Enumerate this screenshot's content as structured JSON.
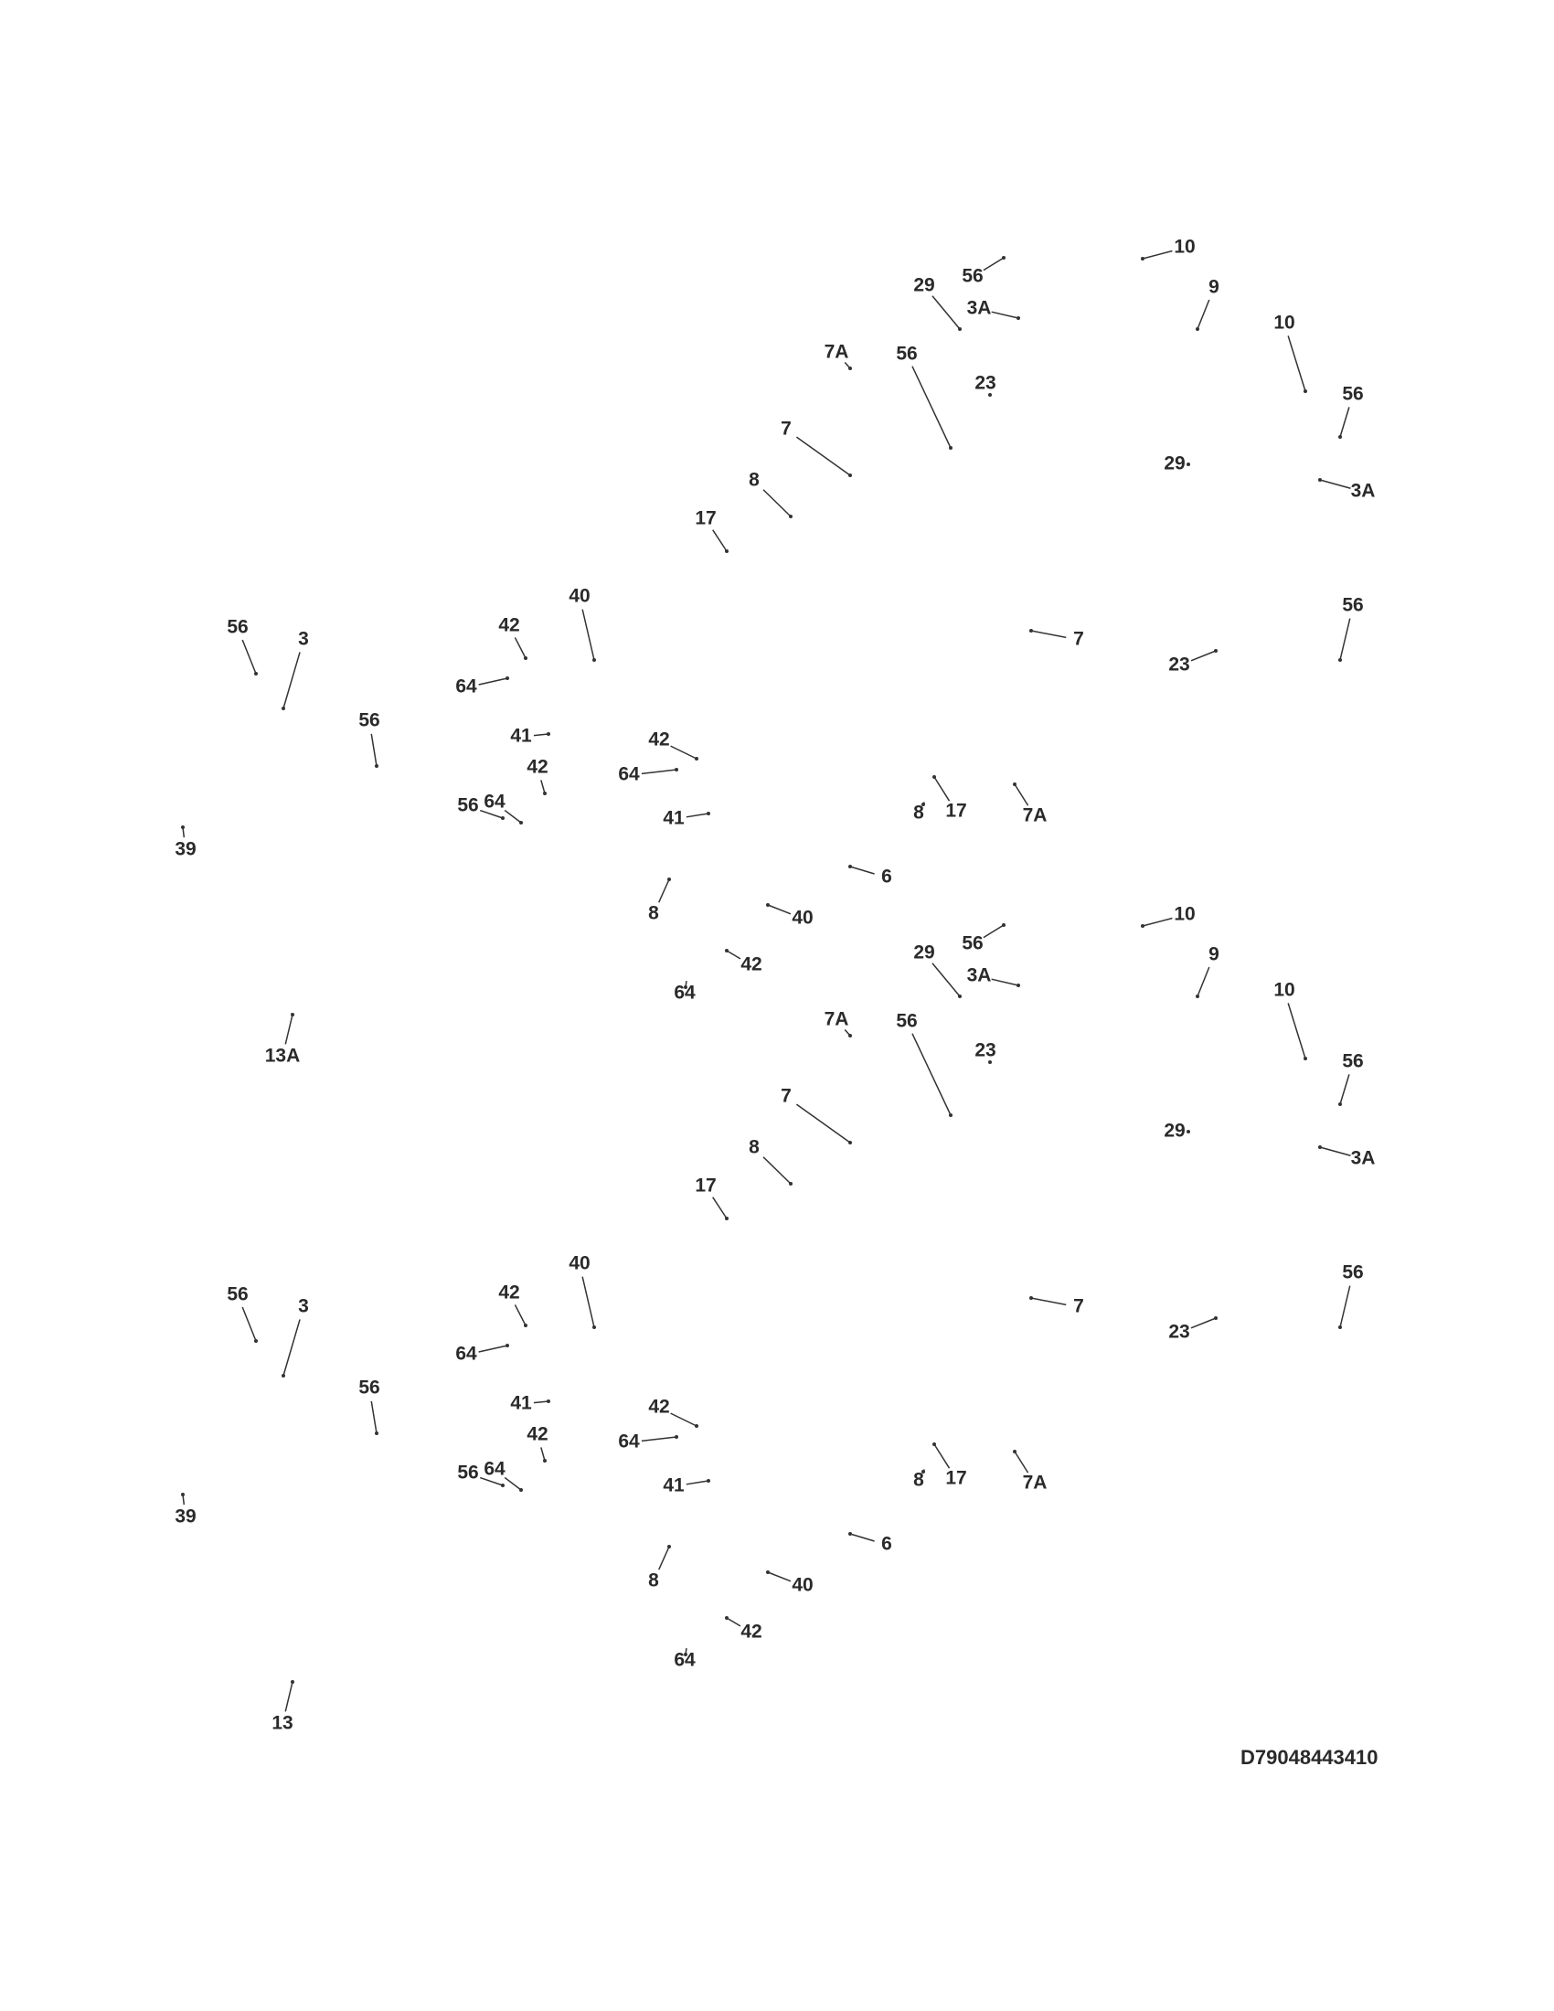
{
  "diagram_code": "D79048443410",
  "assemblies": [
    {
      "labels": {
        "l56a": "56",
        "l10a": "10",
        "l29a": "29",
        "l3Aa": "3A",
        "l9": "9",
        "l10b": "10",
        "l56b": "56",
        "l7Aa": "7A",
        "l56c": "56",
        "l23a": "23",
        "l29b": "29",
        "l3Ab": "3A",
        "l7a": "7",
        "l8a": "8",
        "l17a": "17",
        "l7b": "7",
        "l56d": "56",
        "l23b": "23",
        "l56e": "56",
        "l3": "3",
        "l40a": "40",
        "l42a": "42",
        "l64a": "64",
        "l56f": "56",
        "l41a": "41",
        "l42b": "42",
        "l64b": "64",
        "l42c": "42",
        "l64c": "64",
        "l56g": "56",
        "l41b": "41",
        "l8b": "8",
        "l17b": "17",
        "l7Ab": "7A",
        "l39": "39",
        "l6": "6",
        "l8c": "8",
        "l40b": "40",
        "l42d": "42",
        "l64d": "64",
        "l13": "13A"
      }
    },
    {
      "labels": {
        "l56a": "56",
        "l10a": "10",
        "l29a": "29",
        "l3Aa": "3A",
        "l9": "9",
        "l10b": "10",
        "l56b": "56",
        "l7Aa": "7A",
        "l56c": "56",
        "l23a": "23",
        "l29b": "29",
        "l3Ab": "3A",
        "l7a": "7",
        "l8a": "8",
        "l17a": "17",
        "l7b": "7",
        "l56d": "56",
        "l23b": "23",
        "l56e": "56",
        "l3": "3",
        "l40a": "40",
        "l42a": "42",
        "l64a": "64",
        "l56f": "56",
        "l41a": "41",
        "l42b": "42",
        "l64b": "64",
        "l42c": "42",
        "l64c": "64",
        "l56g": "56",
        "l41b": "41",
        "l8b": "8",
        "l17b": "17",
        "l7Ab": "7A",
        "l39": "39",
        "l6": "6",
        "l8c": "8",
        "l40b": "40",
        "l42d": "42",
        "l64d": "64",
        "l13": "13"
      }
    }
  ]
}
